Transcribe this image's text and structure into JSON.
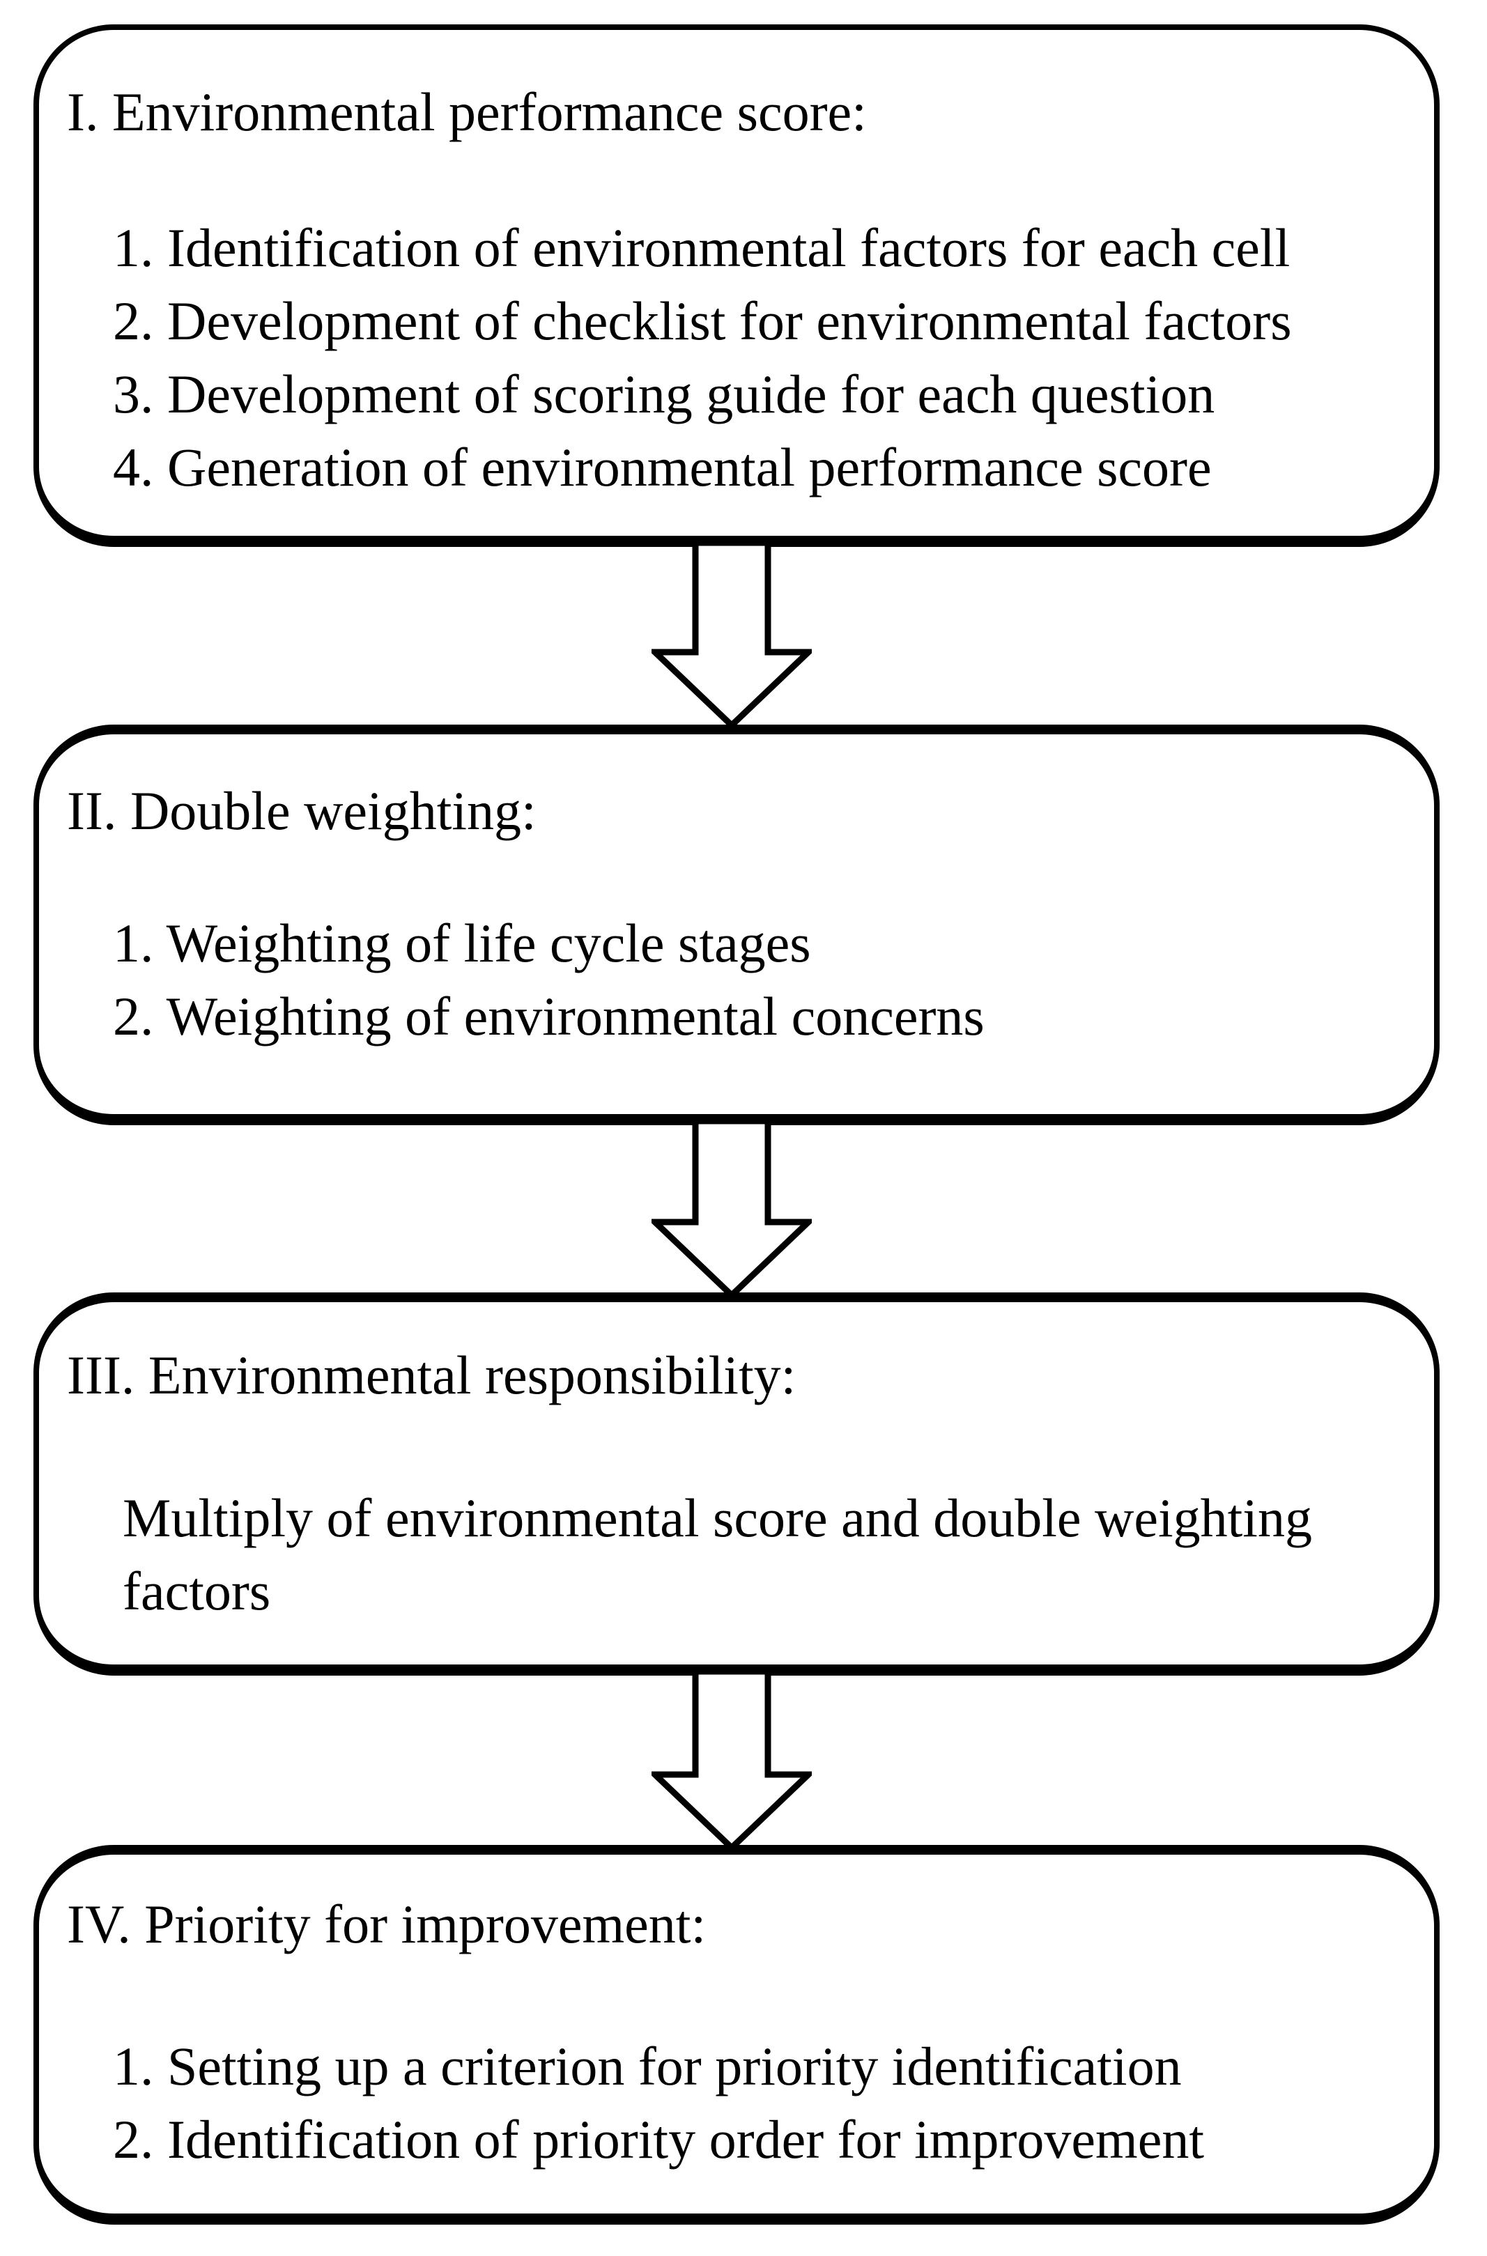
{
  "figure": {
    "type": "flowchart",
    "background_color": "#ffffff",
    "line_color": "#000000",
    "boxes": [
      {
        "label": "stage-1",
        "title": "I. Environmental performance score:",
        "items": [
          "1. Identification of environmental factors for each cell",
          "2. Development of checklist for environmental factors",
          "3. Development of scoring guide for each question",
          "4. Generation of environmental performance score"
        ]
      },
      {
        "label": "stage-2",
        "title": "II. Double weighting:",
        "items": [
          "1. Weighting of life cycle stages",
          "2. Weighting of environmental concerns"
        ]
      },
      {
        "label": "stage-3",
        "title": "III. Environmental responsibility:",
        "body": "Multiply of environmental score and double weighting factors"
      },
      {
        "label": "stage-4",
        "title": "IV. Priority for improvement:",
        "items": [
          "1. Setting up a criterion for priority identification",
          "2. Identification of priority order for improvement"
        ]
      }
    ],
    "connectors": [
      {
        "from": "stage-1",
        "to": "stage-2",
        "icon": "down-block-arrow"
      },
      {
        "from": "stage-2",
        "to": "stage-3",
        "icon": "down-block-arrow"
      },
      {
        "from": "stage-3",
        "to": "stage-4",
        "icon": "down-block-arrow"
      }
    ]
  }
}
